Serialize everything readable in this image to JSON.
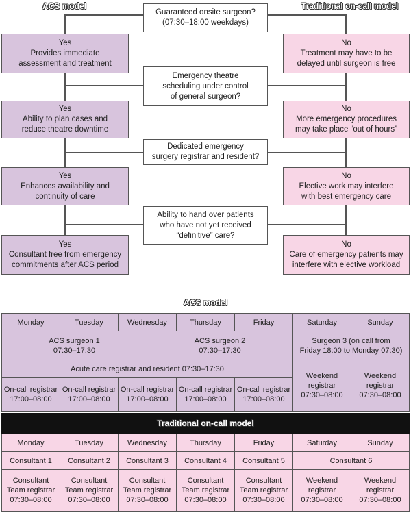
{
  "headers": {
    "left": "ACS model",
    "right": "Traditional on-call model"
  },
  "flow": {
    "q1": [
      "Guaranteed onsite surgeon?",
      "(07:30–18:00 weekdays)"
    ],
    "y1": [
      "Yes",
      "Provides immediate",
      "assessment and treatment"
    ],
    "n1": [
      "No",
      "Treatment may have to be",
      "delayed until surgeon is free"
    ],
    "q2": [
      "Emergency theatre",
      "scheduling under control",
      "of general surgeon?"
    ],
    "y2": [
      "Yes",
      "Ability to plan cases and",
      "reduce theatre downtime"
    ],
    "n2": [
      "No",
      "More emergency procedures",
      "may take place “out of hours”"
    ],
    "q3": [
      "Dedicated emergency",
      "surgery registrar and resident?"
    ],
    "y3": [
      "Yes",
      "Enhances availability and",
      "continuity of care"
    ],
    "n3": [
      "No",
      "Elective work may interfere",
      "with best emergency care"
    ],
    "q4": [
      "Ability to hand over patients",
      "who have not yet received",
      "“definitive” care?"
    ],
    "y4": [
      "Yes",
      "Consultant free from emergency",
      "commitments after ACS period"
    ],
    "n4": [
      "No",
      "Care of emergency patients may",
      "interfere with elective workload"
    ]
  },
  "acs_table": {
    "title": "ACS model",
    "days": [
      "Monday",
      "Tuesday",
      "Wednesday",
      "Thursday",
      "Friday",
      "Saturday",
      "Sunday"
    ],
    "surgeon1": [
      "ACS surgeon 1",
      "07:30–17:30"
    ],
    "surgeon2": [
      "ACS surgeon 2",
      "07:30–17:30"
    ],
    "surgeon3": [
      "Surgeon 3 (on call from",
      "Friday 18:00 to Monday 07:30)"
    ],
    "registrar": "Acute care registrar and resident 07:30–17:30",
    "oncall": [
      "On-call registrar",
      "17:00–08:00"
    ],
    "weekend": [
      "Weekend",
      "registrar",
      "07:30–08:00"
    ]
  },
  "trad_table": {
    "title": "Traditional on-call model",
    "days": [
      "Monday",
      "Tuesday",
      "Wednesday",
      "Thursday",
      "Friday",
      "Saturday",
      "Sunday"
    ],
    "consultants": [
      "Consultant 1",
      "Consultant 2",
      "Consultant 3",
      "Consultant 4",
      "Consultant 5",
      "Consultant 6"
    ],
    "team": [
      "Consultant",
      "Team registrar",
      "07:30–08:00"
    ],
    "weekend": [
      "Weekend",
      "registrar",
      "07:30–08:00"
    ]
  },
  "colors": {
    "acs": "#d8c4dd",
    "traditional": "#f8d6e6",
    "border": "#555555"
  }
}
